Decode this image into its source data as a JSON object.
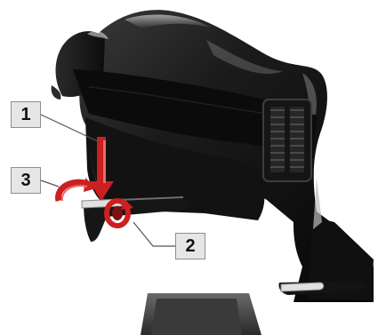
{
  "callouts": [
    {
      "id": "1",
      "label": "1"
    },
    {
      "id": "2",
      "label": "2"
    },
    {
      "id": "3",
      "label": "3"
    }
  ],
  "colors": {
    "background": "#ffffff",
    "body": "#141414",
    "strap": "#0b0b0b",
    "arrow": "#cc1f1f",
    "arrow_light": "#e86a6a",
    "callout_fill": "#e6e6e6",
    "callout_border": "#8f8f8f",
    "leader_line": "#555555",
    "metal": "#d9d9d9"
  }
}
